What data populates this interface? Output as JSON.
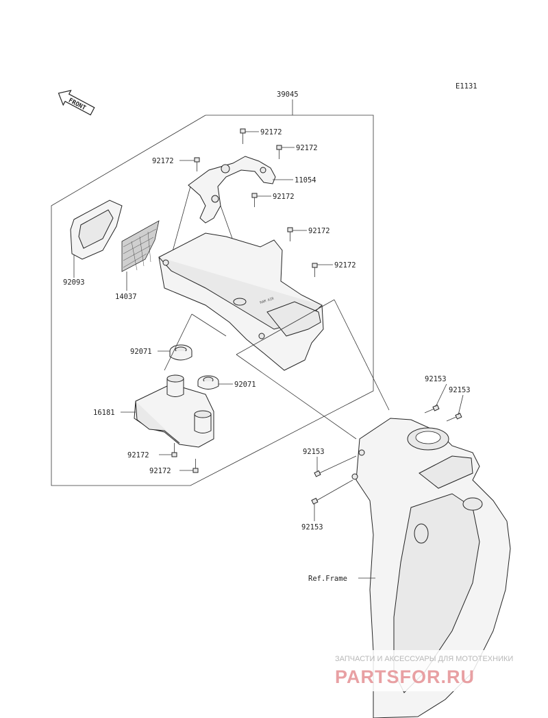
{
  "diagram_code": "E1131",
  "front_label": "FRONT",
  "labels": {
    "assy": "39045",
    "bolt_a": "92172",
    "bolt_b": "92172",
    "bolt_c": "92172",
    "bolt_d": "92172",
    "bolt_e": "92172",
    "bolt_f": "92172",
    "bolt_g": "92172",
    "bolt_h": "92172",
    "bracket": "11054",
    "filter": "92093",
    "screen": "14037",
    "grommet_a": "92071",
    "grommet_b": "92071",
    "tank": "16181",
    "frame_bolt_a": "92153",
    "frame_bolt_b": "92153",
    "frame_bolt_c": "92153",
    "frame_bolt_d": "92153",
    "ref_frame": "Ref.Frame"
  },
  "watermark": {
    "tagline": "ЗАПЧАСТИ И АКСЕССУАРЫ ДЛЯ МОТОТЕХНИКИ",
    "logo": "PARTSFOR.RU"
  }
}
